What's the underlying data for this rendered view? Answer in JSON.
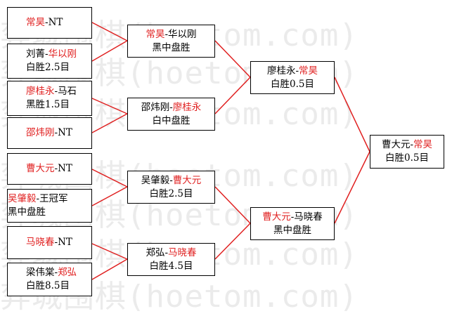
{
  "watermark": {
    "text": "弈城围棋(hoetom.com)"
  },
  "colors": {
    "winner": "#e02020",
    "text": "#000000",
    "connector": "#e02020",
    "border": "#000000"
  },
  "round1": [
    {
      "p1": "常昊",
      "p2": "NT",
      "red": "p1",
      "result": ""
    },
    {
      "p1": "刘菁",
      "p2": "华以刚",
      "red": "p2",
      "result": "白胜2.5目"
    },
    {
      "p1": "廖桂永",
      "p2": "马石",
      "red": "p1",
      "result": "黑胜1.5目"
    },
    {
      "p1": "邵炜刚",
      "p2": "NT",
      "red": "p1",
      "result": ""
    },
    {
      "p1": "曹大元",
      "p2": "NT",
      "red": "p1",
      "result": ""
    },
    {
      "p1": "吴肇毅",
      "p2": "王冠军",
      "red": "p1",
      "result": "黑中盘胜"
    },
    {
      "p1": "马晓春",
      "p2": "NT",
      "red": "p1",
      "result": ""
    },
    {
      "p1": "梁伟棠",
      "p2": "郑弘",
      "red": "p2",
      "result": "白胜8.5目"
    }
  ],
  "round2": [
    {
      "p1": "常昊",
      "p2": "华以刚",
      "red": "p1",
      "result": "黑中盘胜"
    },
    {
      "p1": "邵炜刚",
      "p2": "廖桂永",
      "red": "p2",
      "result": "白中盘胜"
    },
    {
      "p1": "吴肇毅",
      "p2": "曹大元",
      "red": "p2",
      "result": "白胜2.5目"
    },
    {
      "p1": "郑弘",
      "p2": "马晓春",
      "red": "p2",
      "result": "白胜4.5目"
    }
  ],
  "round3": [
    {
      "p1": "廖桂永",
      "p2": "常昊",
      "red": "p2",
      "result": "白胜0.5目"
    },
    {
      "p1": "曹大元",
      "p2": "马晓春",
      "red": "p1",
      "result": "黑中盘胜"
    }
  ],
  "final": [
    {
      "p1": "曹大元",
      "p2": "常昊",
      "red": "p2",
      "result": "白胜0.5目"
    }
  ]
}
